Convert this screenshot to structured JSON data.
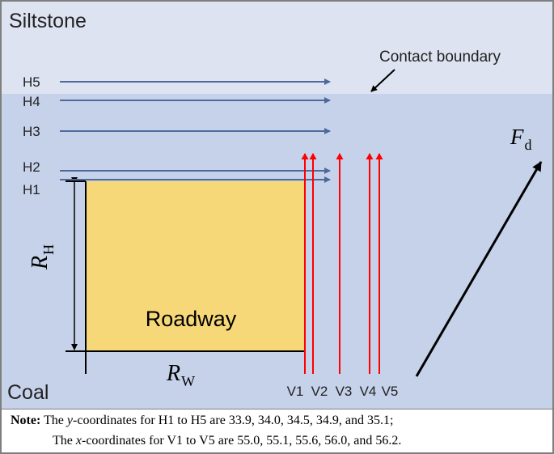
{
  "layers": {
    "top": "Siltstone",
    "bottom": "Coal"
  },
  "contact_label": "Contact boundary",
  "roadway_label": "Roadway",
  "dims": {
    "height_symbol": "R",
    "height_sub": "H",
    "width_symbol": "R",
    "width_sub": "W"
  },
  "force": {
    "symbol": "F",
    "sub": "d"
  },
  "h_lines": [
    "H5",
    "H4",
    "H3",
    "H2",
    "H1"
  ],
  "v_lines": [
    "V1",
    "V2",
    "V3",
    "V4",
    "V5"
  ],
  "note": {
    "label": "Note:",
    "line1_pre": "The ",
    "line1_var": "y",
    "line1_post": "-coordinates for H1 to H5 are 33.9, 34.0, 34.5, 34.9, and 35.1;",
    "line2_pre": "The ",
    "line2_var": "x",
    "line2_post": "-coordinates for V1 to V5 are 55.0, 55.1, 55.6, 56.0, and 56.2."
  },
  "colors": {
    "siltstone": "#dde3f1",
    "coal": "#c6d2ea",
    "roadway": "#f6d878",
    "h_arrow": "#4e6a9a",
    "v_arrow": "#ff0000",
    "border": "#7f7f7f"
  }
}
